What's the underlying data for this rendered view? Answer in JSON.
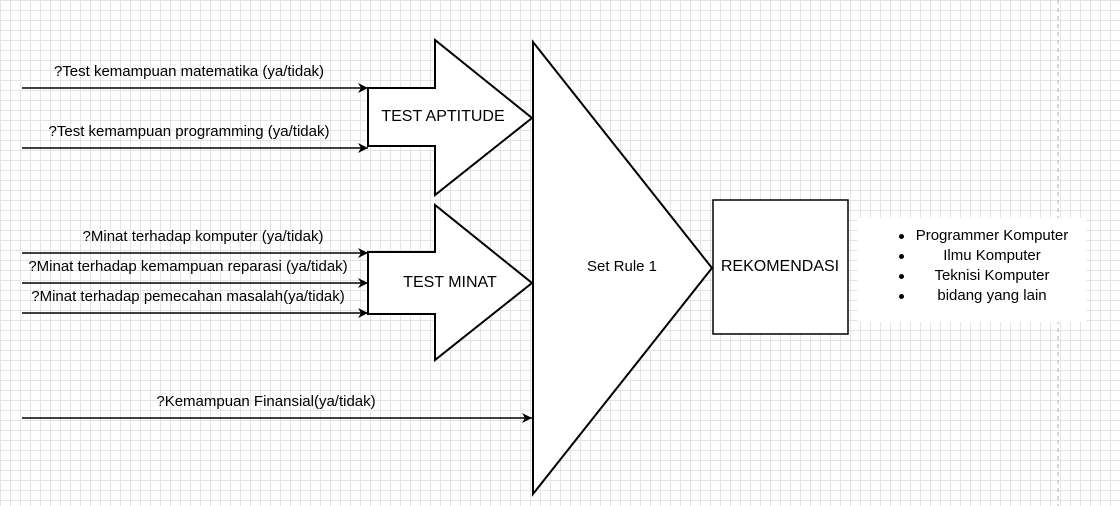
{
  "inputs": {
    "math": "?Test kemampuan matematika (ya/tidak)",
    "programming": "?Test kemampuan programming (ya/tidak)",
    "minat_komputer": "?Minat terhadap komputer (ya/tidak)",
    "minat_reparasi": "?Minat terhadap kemampuan reparasi (ya/tidak)",
    "minat_masalah": "?Minat terhadap pemecahan masalah(ya/tidak)",
    "finansial": "?Kemampuan Finansial(ya/tidak)"
  },
  "blocks": {
    "aptitude": "TEST APTITUDE",
    "minat": "TEST MINAT",
    "rule": "Set Rule 1",
    "rekomendasi": "REKOMENDASI"
  },
  "outputs": [
    "Programmer Komputer",
    "Ilmu Komputer",
    "Teknisi Komputer",
    "bidang yang lain"
  ]
}
